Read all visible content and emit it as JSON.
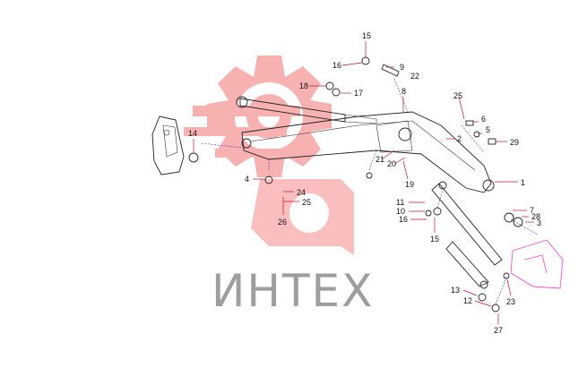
{
  "watermark": {
    "text": "ИНТЕХ",
    "color": "#f08080"
  },
  "callouts": [
    "15",
    "16",
    "9",
    "22",
    "18",
    "17",
    "8",
    "25",
    "6",
    "5",
    "29",
    "14",
    "2",
    "21",
    "20",
    "19",
    "1",
    "4",
    "24",
    "25",
    "26",
    "11",
    "10",
    "16",
    "15",
    "7",
    "28",
    "3",
    "13",
    "12",
    "23",
    "27"
  ]
}
